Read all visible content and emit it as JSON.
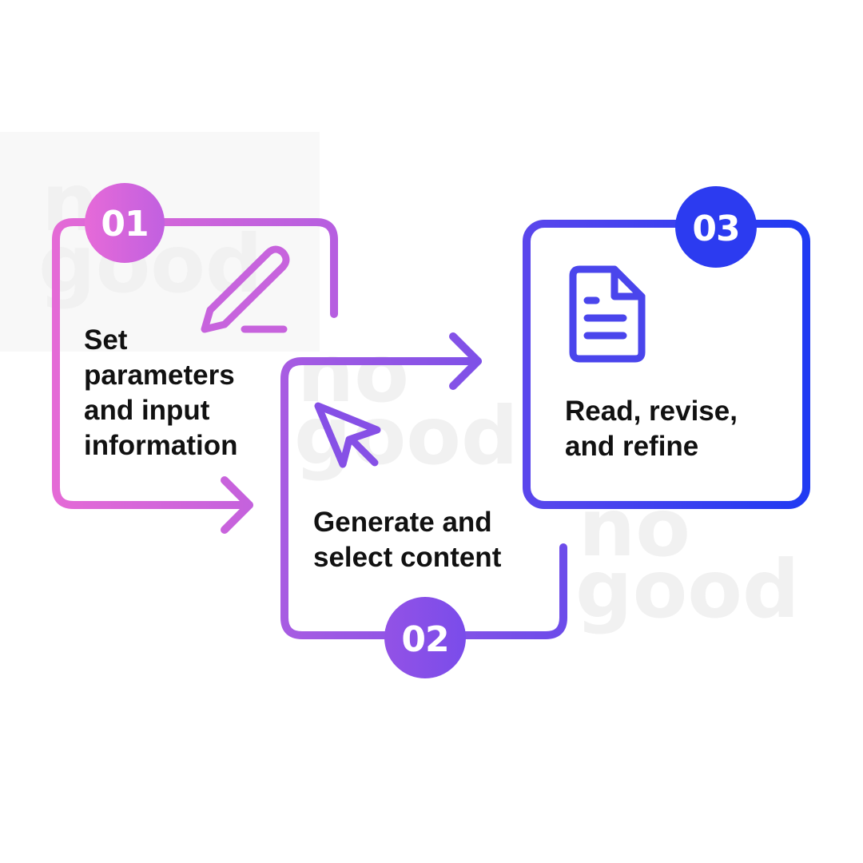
{
  "watermark": {
    "line1": "no",
    "line2": "good"
  },
  "steps": [
    {
      "number": "01",
      "label": "Set\nparameters\nand input\ninformation",
      "icon": "pencil-icon",
      "color": "#d864d8"
    },
    {
      "number": "02",
      "label": "Generate and\nselect content",
      "icon": "cursor-arrow-icon",
      "color": "#8a50e6"
    },
    {
      "number": "03",
      "label": "Read, revise,\nand refine",
      "icon": "document-icon",
      "color": "#2a3cf0"
    }
  ],
  "colors": {
    "gradient_start": "#e56ad6",
    "gradient_mid": "#8a50e6",
    "gradient_end": "#1f3af2",
    "text": "#111111",
    "watermark": "#f1f1f1"
  }
}
